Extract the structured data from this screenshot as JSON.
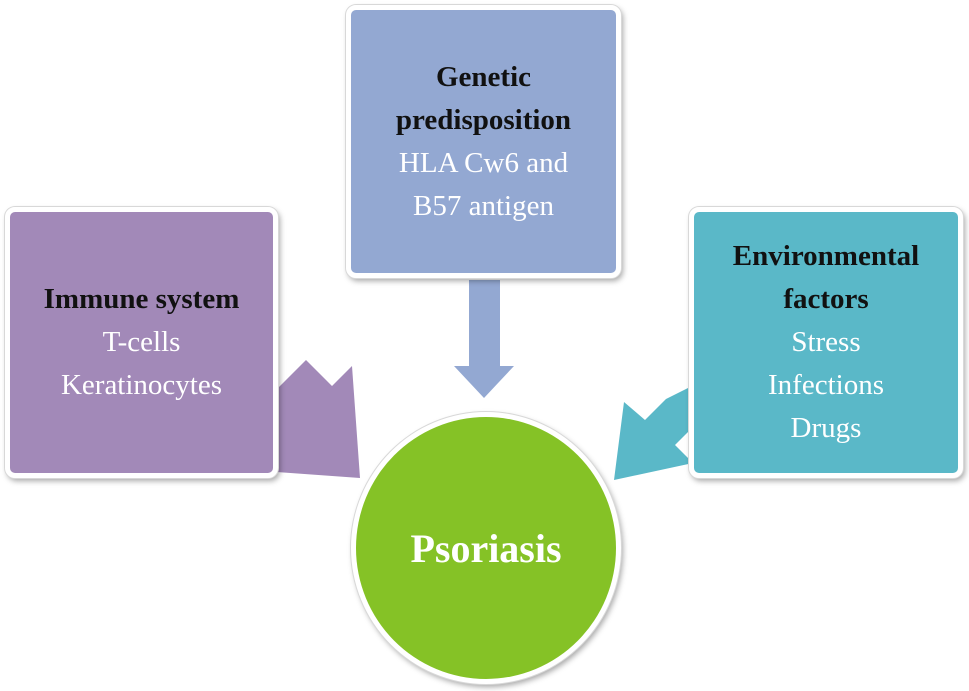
{
  "colors": {
    "immune": "#a289b8",
    "genetic": "#93a8d2",
    "environmental": "#5ab8c8",
    "center": "#85c226"
  },
  "nodes": {
    "immune": {
      "title": "Immune system",
      "items": [
        "T-cells",
        "Keratinocytes"
      ]
    },
    "genetic": {
      "title_lines": [
        "Genetic",
        "predisposition"
      ],
      "items": [
        "HLA Cw6 and",
        "B57 antigen"
      ]
    },
    "environmental": {
      "title_lines": [
        "Environmental",
        "factors"
      ],
      "items": [
        "Stress",
        "Infections",
        "Drugs"
      ]
    },
    "center": {
      "label": "Psoriasis"
    }
  },
  "edges": [
    {
      "from": "immune",
      "to": "center"
    },
    {
      "from": "genetic",
      "to": "center"
    },
    {
      "from": "environmental",
      "to": "center"
    }
  ]
}
